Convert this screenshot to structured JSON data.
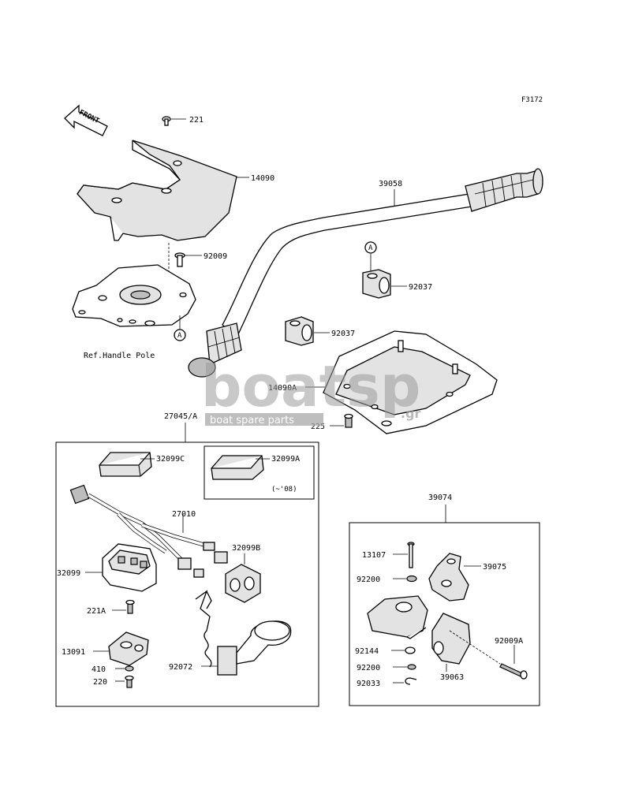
{
  "figure_code": "F3172",
  "front_arrow_label": "FRONT",
  "ref_note": "Ref.Handle Pole",
  "reference_mark": "A",
  "watermark": {
    "logo_text": "boatsp",
    "suffix": ".gr",
    "tagline": "boat spare parts"
  },
  "parts": {
    "p221": "221",
    "p14090": "14090",
    "p39058": "39058",
    "p92009": "92009",
    "p92037a": "92037",
    "p92037b": "92037",
    "p14090A": "14090A",
    "p225": "225",
    "p27045A": "27045/A",
    "p32099C": "32099C",
    "p32099A": "32099A",
    "p27010": "27010",
    "p32099B": "32099B",
    "p32099": "32099",
    "p221A": "221A",
    "p13091": "13091",
    "p410": "410",
    "p220": "220",
    "p92072": "92072",
    "p39074": "39074",
    "p13107": "13107",
    "p39075": "39075",
    "p92200a": "92200",
    "p92144": "92144",
    "p92200b": "92200",
    "p92009A": "92009A",
    "p92033": "92033",
    "p39063": "39063"
  },
  "subbox_note": "(~'08)"
}
